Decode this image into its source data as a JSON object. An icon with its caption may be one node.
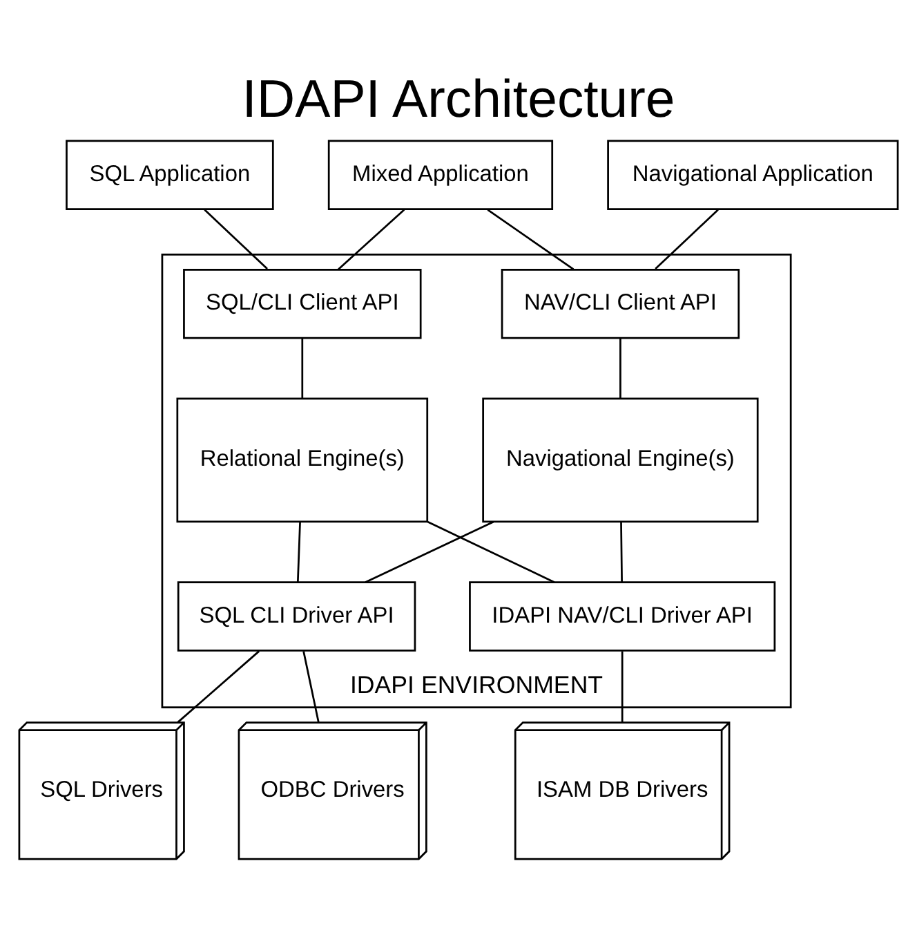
{
  "diagram": {
    "title": "IDAPI Architecture",
    "nodes": [
      {
        "text": [
          "SQL Application"
        ]
      },
      {
        "text": [
          "Mixed Application"
        ]
      },
      {
        "text": [
          "Navigational Application"
        ]
      },
      {
        "text": [
          "IDAPI ENVIRONMENT"
        ]
      },
      {
        "text": [
          "SQL/CLI Client API"
        ],
        "in": 3
      },
      {
        "text": [
          "NAV/CLI Client API"
        ],
        "in": 3
      },
      {
        "text": [
          "Relational Engine(s)"
        ],
        "in": 3
      },
      {
        "text": [
          "Navigational Engine(s)"
        ],
        "in": 3
      },
      {
        "text": [
          "SQL CLI Driver API"
        ],
        "in": 3
      },
      {
        "text": [
          "IDAPI NAV/CLI Driver API"
        ],
        "in": 3
      },
      {
        "text": [
          "SQL Drivers"
        ]
      },
      {
        "text": [
          "ODBC Drivers"
        ]
      },
      {
        "text": [
          "ISAM DB Drivers"
        ]
      }
    ],
    "edges": [
      {
        "from": 0,
        "to": 4,
        "arrow": "none"
      },
      {
        "from": 1,
        "to": 4,
        "arrow": "none"
      },
      {
        "from": 1,
        "to": 5,
        "arrow": "none"
      },
      {
        "from": 2,
        "to": 5,
        "arrow": "none"
      },
      {
        "from": 4,
        "to": 6,
        "arrow": "none"
      },
      {
        "from": 5,
        "to": 7,
        "arrow": "none"
      },
      {
        "from": 6,
        "to": 8,
        "arrow": "none"
      },
      {
        "from": 6,
        "to": 9,
        "arrow": "none"
      },
      {
        "from": 7,
        "to": 8,
        "arrow": "none"
      },
      {
        "from": 7,
        "to": 9,
        "arrow": "none"
      },
      {
        "from": 8,
        "to": 10,
        "arrow": "none"
      },
      {
        "from": 8,
        "to": 11,
        "arrow": "none"
      },
      {
        "from": 9,
        "to": 12,
        "arrow": "none"
      }
    ]
  }
}
